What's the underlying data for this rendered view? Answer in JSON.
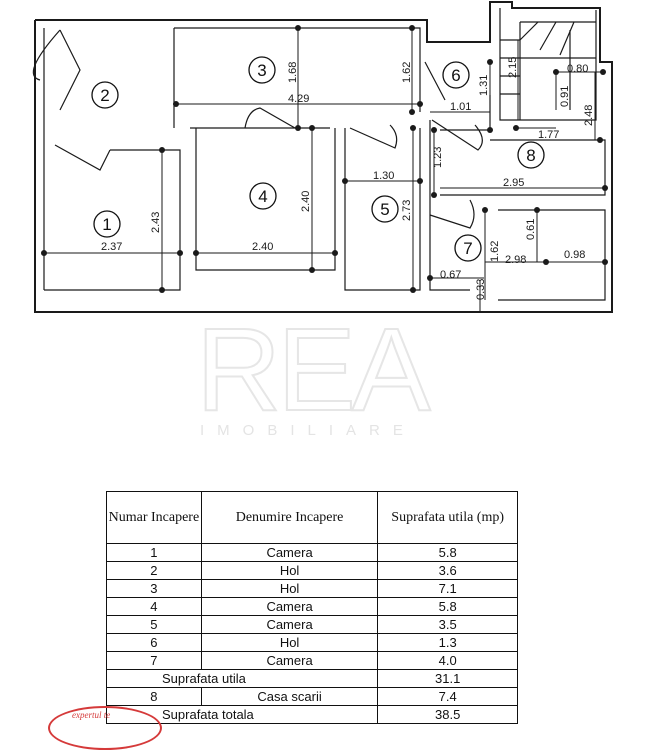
{
  "watermark": {
    "brand": "REA",
    "tagline": "IMOBILIARE"
  },
  "rooms": [
    "1",
    "2",
    "3",
    "4",
    "5",
    "6",
    "7",
    "8"
  ],
  "dimensions": {
    "r1_w": "2.37",
    "r1_h": "2.43",
    "r3_w": "4.29",
    "r3_h1": "1.68",
    "r3_h2": "1.62",
    "r4_w": "2.40",
    "r4_h": "2.40",
    "r5_w": "1.30",
    "r5_h": "2.73",
    "r6_w": "1.01",
    "r6_h": "1.31",
    "r7_h": "1.62",
    "r7_w1": "0.67",
    "r7_w2": "2.98",
    "r7_w3": "0.98",
    "r7_h2": "0.61",
    "r7_small": "0.33",
    "r8_a": "2.15",
    "r8_b": "0.80",
    "r8_c": "0.91",
    "r8_d": "2.48",
    "r8_e": "1.77",
    "r8_f": "1.23",
    "r8_g": "2.95"
  },
  "table": {
    "headers": {
      "num": "Numar Incapere",
      "name": "Denumire  Incapere",
      "area": "Suprafata  utila (mp)"
    },
    "rows": [
      {
        "num": "1",
        "name": "Camera",
        "area": "5.8"
      },
      {
        "num": "2",
        "name": "Hol",
        "area": "3.6"
      },
      {
        "num": "3",
        "name": "Hol",
        "area": "7.1"
      },
      {
        "num": "4",
        "name": "Camera",
        "area": "5.8"
      },
      {
        "num": "5",
        "name": "Camera",
        "area": "3.5"
      },
      {
        "num": "6",
        "name": "Hol",
        "area": "1.3"
      },
      {
        "num": "7",
        "name": "Camera",
        "area": "4.0"
      }
    ],
    "subtotal": {
      "label": "Suprafata utila",
      "area": "31.1"
    },
    "stair": {
      "num": "8",
      "name": "Casa scarii",
      "area": "7.4"
    },
    "total": {
      "label": "Suprafata totala",
      "area": "38.5"
    }
  },
  "stamp": {
    "text": "expertul te"
  },
  "colors": {
    "ink": "#1a1a1a",
    "stamp": "#d53a3a",
    "watermark": "#e6e6e6"
  }
}
